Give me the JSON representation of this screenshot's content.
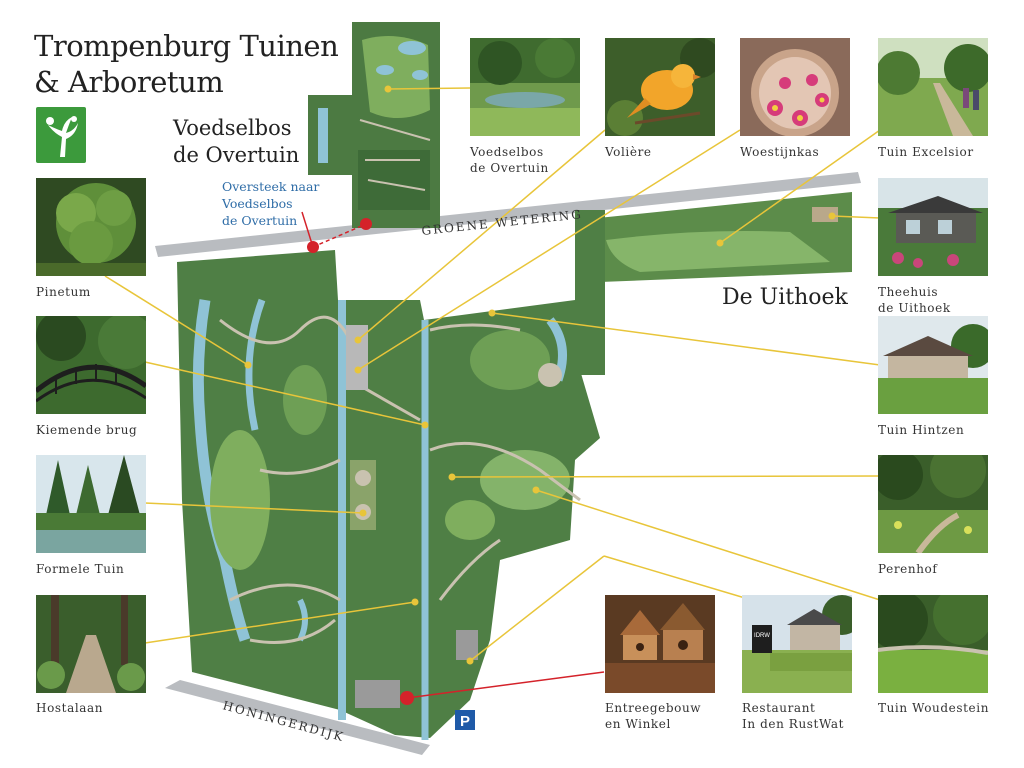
{
  "title": [
    "Trompenburg Tuinen",
    "& Arboretum"
  ],
  "voedselbos_title": [
    "Voedselbos",
    "de Overtuin"
  ],
  "uithoek_title": "De Uithoek",
  "oversteek": [
    "Oversteek naar",
    "Voedselbos",
    "de Overtuin"
  ],
  "roads": {
    "groene_wetering": "GROENE WETERING",
    "honingerdijk": "HONINGERDIJK"
  },
  "parking_symbol": "P",
  "photos": [
    {
      "id": "voedselbos",
      "caption": [
        "Voedselbos",
        "de Overtuin"
      ],
      "icon": "pond-garden"
    },
    {
      "id": "voliere",
      "caption": [
        "Volière"
      ],
      "icon": "canary"
    },
    {
      "id": "woestijnkas",
      "caption": [
        "Woestijnkas"
      ],
      "icon": "cactus-flower"
    },
    {
      "id": "excelsior",
      "caption": [
        "Tuin Excelsior"
      ],
      "icon": "garden-path"
    },
    {
      "id": "pinetum",
      "caption": [
        "Pinetum"
      ],
      "icon": "conifers"
    },
    {
      "id": "theehuis",
      "caption": [
        "Theehuis",
        "de Uithoek"
      ],
      "icon": "tea-house"
    },
    {
      "id": "kiemende",
      "caption": [
        "Kiemende brug"
      ],
      "icon": "bridge"
    },
    {
      "id": "hintzen",
      "caption": [
        "Tuin Hintzen"
      ],
      "icon": "villa-lawn"
    },
    {
      "id": "formele",
      "caption": [
        "Formele Tuin"
      ],
      "icon": "formal-pond"
    },
    {
      "id": "perenhof",
      "caption": [
        "Perenhof"
      ],
      "icon": "woodland-garden"
    },
    {
      "id": "hostalaan",
      "caption": [
        "Hostalaan"
      ],
      "icon": "forest-path"
    },
    {
      "id": "entree",
      "caption": [
        "Entreegebouw",
        "en Winkel"
      ],
      "icon": "birdhouses"
    },
    {
      "id": "restaurant",
      "caption": [
        "Restaurant",
        "In den RustWat"
      ],
      "icon": "restaurant-sign",
      "sign_text": "IDRW"
    },
    {
      "id": "woudestein",
      "caption": [
        "Tuin Woudestein"
      ],
      "icon": "lawn-trees"
    }
  ],
  "colors": {
    "leader": "#e8c53a",
    "marker": "#d4222a",
    "water": "#8fc3d6",
    "map_green": "#4f7f45",
    "path": "#c9c2b0",
    "road": "#b9bcc0"
  }
}
